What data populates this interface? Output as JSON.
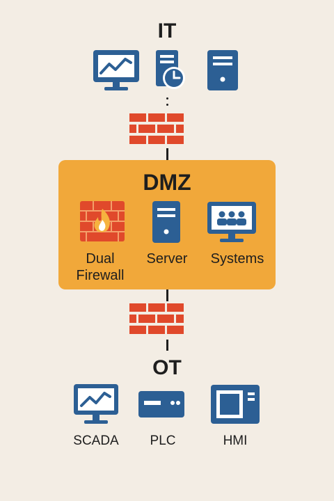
{
  "zones": {
    "it": {
      "title": "IT"
    },
    "dmz": {
      "title": "DMZ",
      "items": [
        {
          "label": "Dual\nFirewall",
          "icon": "firewall-flame-icon"
        },
        {
          "label": "Server",
          "icon": "server-icon"
        },
        {
          "label": "Systems",
          "icon": "systems-monitor-icon"
        }
      ]
    },
    "ot": {
      "title": "OT",
      "items": [
        {
          "label": "SCADA",
          "icon": "scada-monitor-icon"
        },
        {
          "label": "PLC",
          "icon": "plc-device-icon"
        },
        {
          "label": "HMI",
          "icon": "hmi-panel-icon"
        }
      ]
    }
  },
  "colors": {
    "background": "#f3ede4",
    "icon_blue": "#2c5f94",
    "dmz_fill": "#f1a83a",
    "brick_red": "#e0492b",
    "text": "#1e1e1e"
  }
}
